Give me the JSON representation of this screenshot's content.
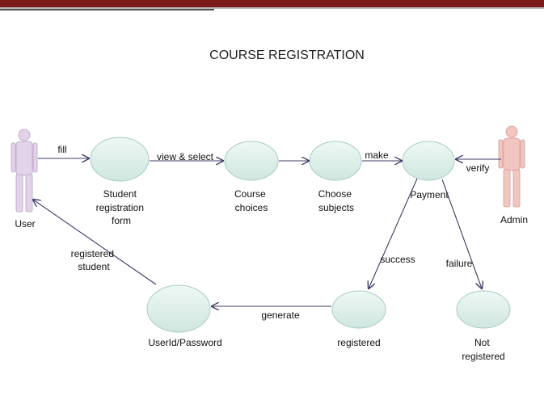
{
  "header": {
    "title": "COURSE REGISTRATION"
  },
  "actors": {
    "user": "User",
    "admin": "Admin"
  },
  "nodes": {
    "registration_form": [
      "Student",
      "registration",
      "form"
    ],
    "course_choices": [
      "Course",
      "choices"
    ],
    "choose_subjects": [
      "Choose",
      "subjects"
    ],
    "payment": [
      "Payment"
    ],
    "registered": [
      "registered"
    ],
    "not_registered": [
      "Not",
      "registered"
    ],
    "userid_password": [
      "UserId/Password"
    ]
  },
  "edges": {
    "fill": "fill",
    "view_select": "view & select",
    "make": "make",
    "verify": "verify",
    "success": "success",
    "failure": "failure",
    "generate": "generate",
    "registered_student": [
      "registered",
      "student"
    ]
  },
  "colors": {
    "top_bar": "#7b1a1a",
    "ellipse_fill": "#d6ece6",
    "ellipse_stroke": "#9ec3ba",
    "user_actor": "#e2d3e8",
    "admin_actor": "#f1c5c0",
    "arrow": "#3c3c66"
  }
}
